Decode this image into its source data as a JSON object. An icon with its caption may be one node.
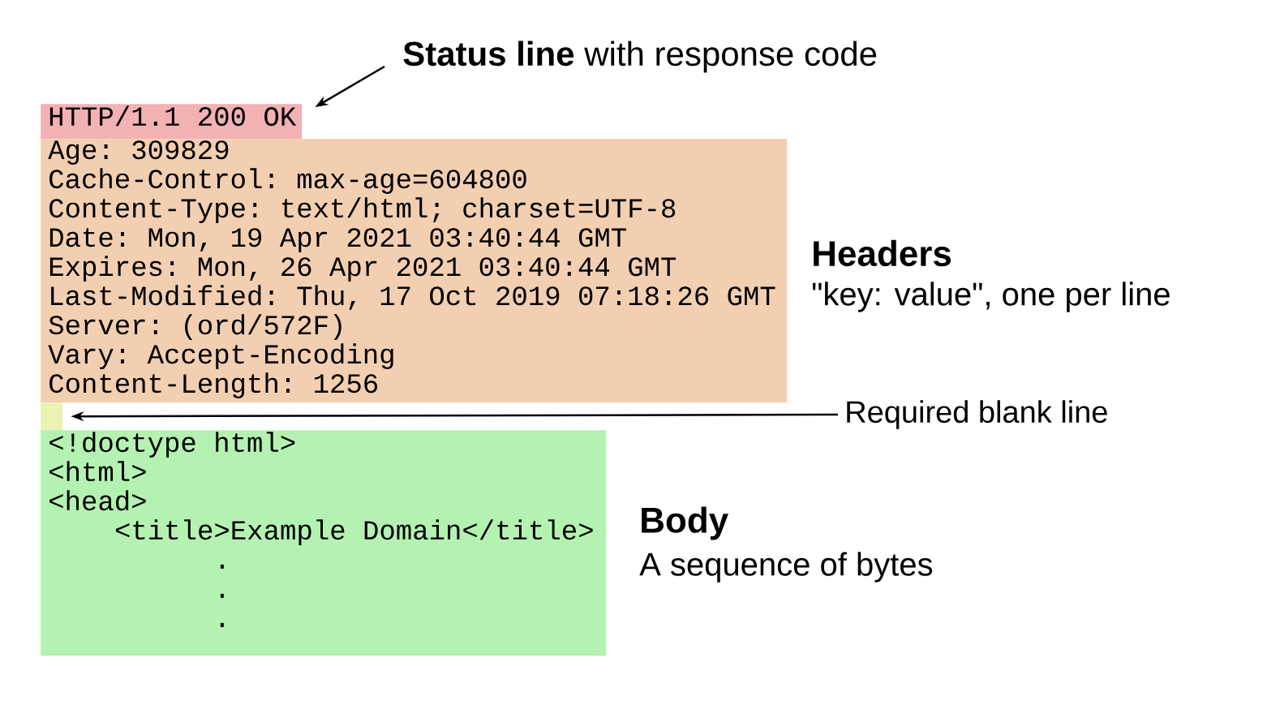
{
  "diagram": {
    "nodes": [
      {
        "text": [
          "HTTP/1.1 200 OK"
        ]
      },
      {
        "text": [
          "Age: 309829",
          "Cache-Control: max-age=604800",
          "Content-Type: text/html; charset=UTF-8",
          "Date: Mon, 19 Apr 2021 03:40:44 GMT",
          "Expires: Mon, 26 Apr 2021 03:40:44 GMT",
          "Last-Modified: Thu, 17 Oct 2019 07:18:26 GMT",
          "Server: (ord/572F)",
          "Vary: Accept-Encoding",
          "Content-Length: 1256"
        ],
        "beside": [
          "Headers",
          "\"key: value\", one per line"
        ]
      },
      {
        "text": [],
        "shape": "box"
      },
      {
        "text": [
          "<!doctype html>",
          "<html>",
          "<head>",
          "<title>Example Domain</title>",
          ".",
          ".",
          "."
        ],
        "beside": [
          "Body",
          "A sequence of bytes"
        ]
      },
      {
        "text": [
          "**Status line** with response code"
        ]
      },
      {
        "text": [
          "Required blank line"
        ]
      }
    ],
    "edges": [
      {
        "from": 4,
        "to": 0,
        "arrow": "to"
      },
      {
        "from": 5,
        "to": 2,
        "arrow": "to"
      }
    ]
  }
}
